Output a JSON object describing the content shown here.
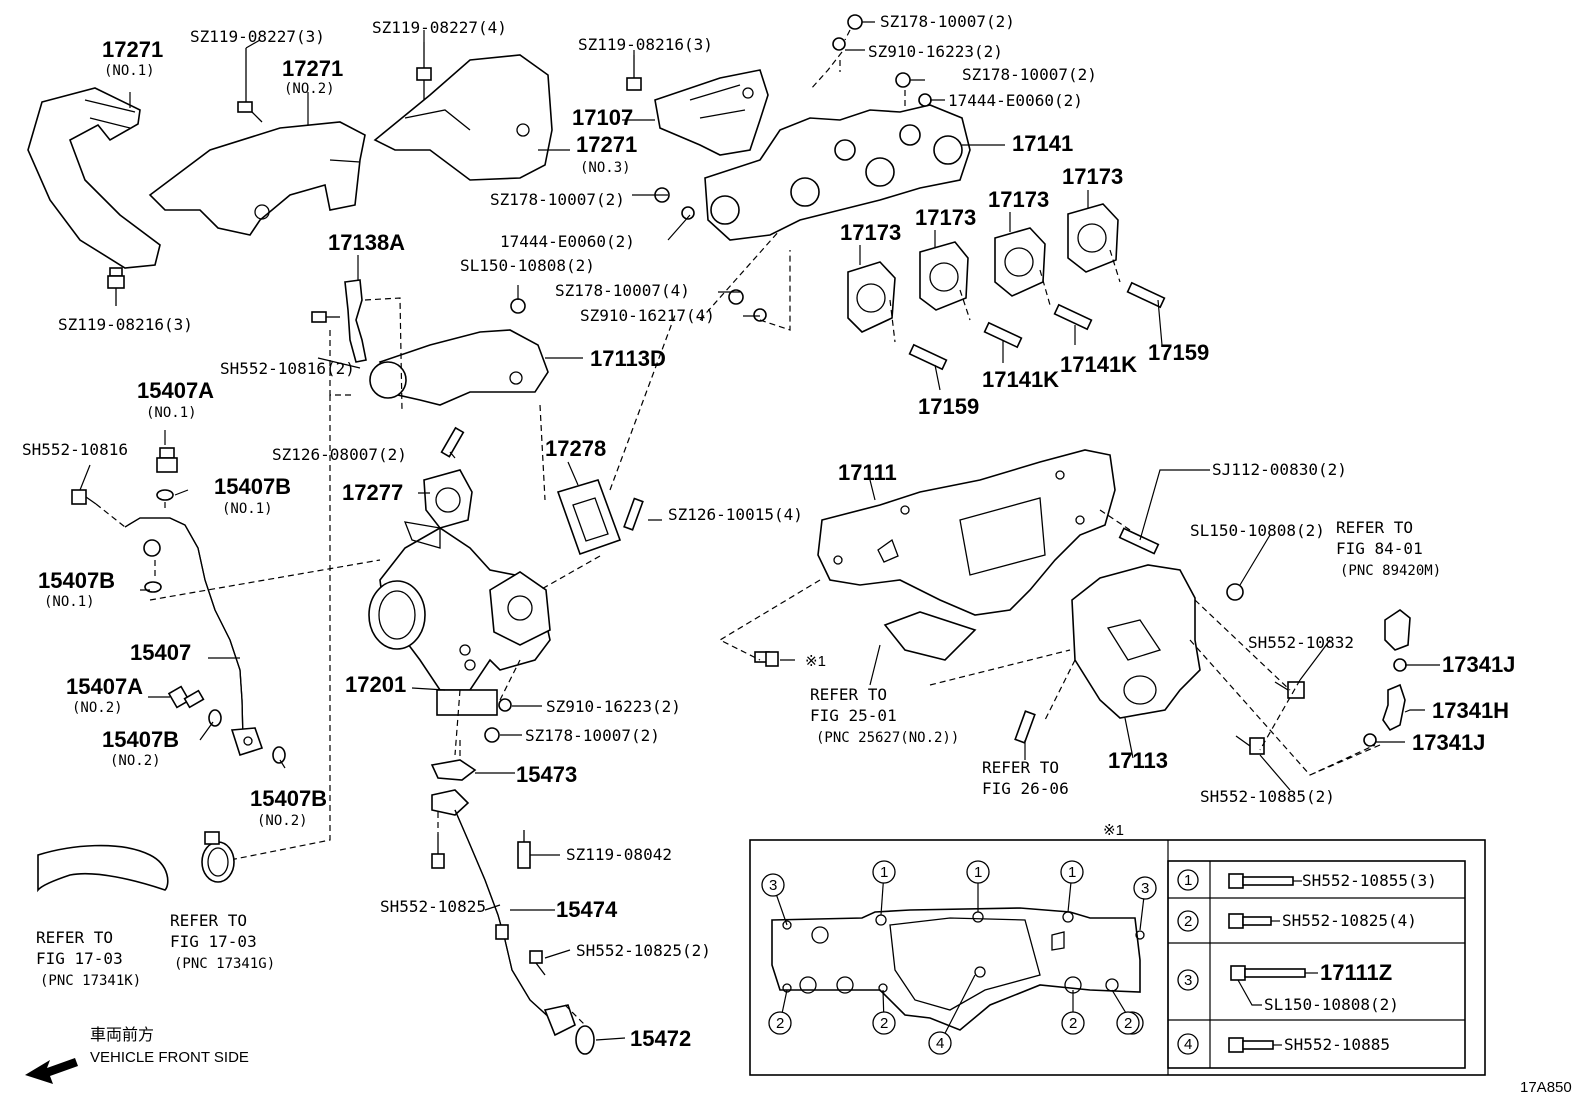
{
  "diagram_id": "17A850",
  "labels": {
    "l17271_1": "17271",
    "l17271_1s": "(NO.1)",
    "l17271_2": "17271",
    "l17271_2s": "(NO.2)",
    "l17271_3": "17271",
    "l17271_3s": "(NO.3)",
    "sz119_08227_3": "SZ119-08227(3)",
    "sz119_08227_4": "SZ119-08227(4)",
    "sz119_08216_3a": "SZ119-08216(3)",
    "sz119_08216_3b": "SZ119-08216(3)",
    "l17107": "17107",
    "sz178_10007_2a": "SZ178-10007(2)",
    "sz910_16223_2a": "SZ910-16223(2)",
    "sz178_10007_2b": "SZ178-10007(2)",
    "l17444_e0060_2a": "17444-E0060(2)",
    "l17141": "17141",
    "sz178_10007_2c": "SZ178-10007(2)",
    "l17444_e0060_2b": "17444-E0060(2)",
    "sl150_10808_2a": "SL150-10808(2)",
    "sz178_10007_4": "SZ178-10007(4)",
    "sz910_16217_4": "SZ910-16217(4)",
    "l17138a": "17138A",
    "sh552_10816_2": "SH552-10816(2)",
    "l17113d": "17113D",
    "l17173a": "17173",
    "l17173b": "17173",
    "l17173c": "17173",
    "l17173d": "17173",
    "l17159a": "17159",
    "l17159b": "17159",
    "l17141ka": "17141K",
    "l17141kb": "17141K",
    "l15407a1": "15407A",
    "l15407a1s": "(NO.1)",
    "sh552_10816": "SH552-10816",
    "l15407b1": "15407B",
    "l15407b1s": "(NO.1)",
    "l15407b1b": "15407B",
    "l15407b1bs": "(NO.1)",
    "l15407": "15407",
    "l15407a2": "15407A",
    "l15407a2s": "(NO.2)",
    "l15407b2": "15407B",
    "l15407b2s": "(NO.2)",
    "l15407b2b": "15407B",
    "l15407b2bs": "(NO.2)",
    "sz126_08007_2": "SZ126-08007(2)",
    "l17277": "17277",
    "l17278": "17278",
    "sz126_10015_4": "SZ126-10015(4)",
    "l17201": "17201",
    "sz910_16223_2b": "SZ910-16223(2)",
    "sz178_10007_2d": "SZ178-10007(2)",
    "l15473": "15473",
    "sz119_08042": "SZ119-08042",
    "sh552_10825": "SH552-10825",
    "l15474": "15474",
    "sh552_10825_2": "SH552-10825(2)",
    "l15472": "15472",
    "l17111": "17111",
    "sj112_00830_2": "SJ112-00830(2)",
    "sl150_10808_2b": "SL150-10808(2)",
    "note1": "※1",
    "sh552_10832": "SH552-10832",
    "l17341j_a": "17341J",
    "l17341h": "17341H",
    "l17341j_b": "17341J",
    "l17113": "17113",
    "sh552_10885_2": "SH552-10885(2)",
    "note1_box": "※1"
  },
  "refs": {
    "r84_1": "REFER TO",
    "r84_2": "FIG 84-01",
    "r84_3": "(PNC 89420M)",
    "r25_1": "REFER TO",
    "r25_2": "FIG 25-01",
    "r25_3": "(PNC 25627(NO.2))",
    "r26_1": "REFER TO",
    "r26_2": "FIG 26-06",
    "r17a_1": "REFER TO",
    "r17a_2": "FIG 17-03",
    "r17a_3": "(PNC 17341K)",
    "r17b_1": "REFER TO",
    "r17b_2": "FIG 17-03",
    "r17b_3": "(PNC 17341G)"
  },
  "front": {
    "jp": "車両前方",
    "en": "VEHICLE FRONT SIDE"
  },
  "legend": {
    "rows": [
      {
        "num": "1",
        "part": "SH552-10855(3)"
      },
      {
        "num": "2",
        "part": "SH552-10825(4)"
      },
      {
        "num": "3",
        "part": "17111Z",
        "part2": "SL150-10808(2)"
      },
      {
        "num": "4",
        "part": "SH552-10885"
      }
    ],
    "gasket_callouts": [
      "3",
      "1",
      "1",
      "1",
      "3",
      "2",
      "2",
      "2",
      "2",
      "2",
      "4"
    ]
  }
}
